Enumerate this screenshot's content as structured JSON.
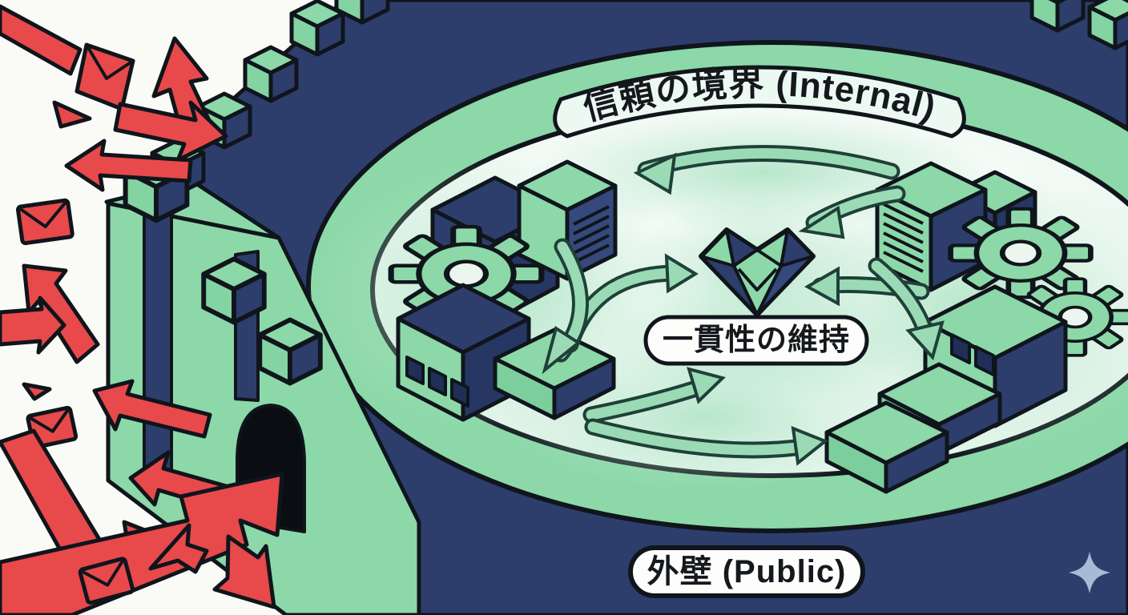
{
  "page": {
    "kind": "isometric-illustration",
    "description": "Castle security metaphor: red attack arrows deflected by outer wall, trusted internal ecosystem of services kept consistent inside"
  },
  "labels": {
    "internal_boundary": "信頼の境界 (Internal)",
    "core_consistency": "一貫性の維持",
    "outer_wall": "外壁 (Public)"
  },
  "palette": {
    "background": "#fafaf6",
    "wall_green": "#8cd8a8",
    "wall_green_shade": "#7ccf9d",
    "navy": "#2d3e6c",
    "navy_dark": "#273763",
    "attack_red": "#e8494b",
    "outline": "#10151c",
    "glow_mint": "#b0e4c6",
    "courtyard_white": "#ffffff",
    "label_bg": "#fdfdfb",
    "pill_mint": "#ecf9f2",
    "flow_arrow_mint": "#9adbb5",
    "flow_arrow_outline": "#1f4038",
    "sparkle_blue": "#a8bad6",
    "gate_black": "#0a0e12"
  },
  "icons": [
    "attack-arrow",
    "envelope-icon",
    "debris-fragment",
    "wall-merlon",
    "gate-arch",
    "gear-icon",
    "server-box-icon",
    "cube-icon",
    "building-icon",
    "platform-slab-icon",
    "heart-gem-icon",
    "flow-arrow",
    "sparkle-icon"
  ]
}
